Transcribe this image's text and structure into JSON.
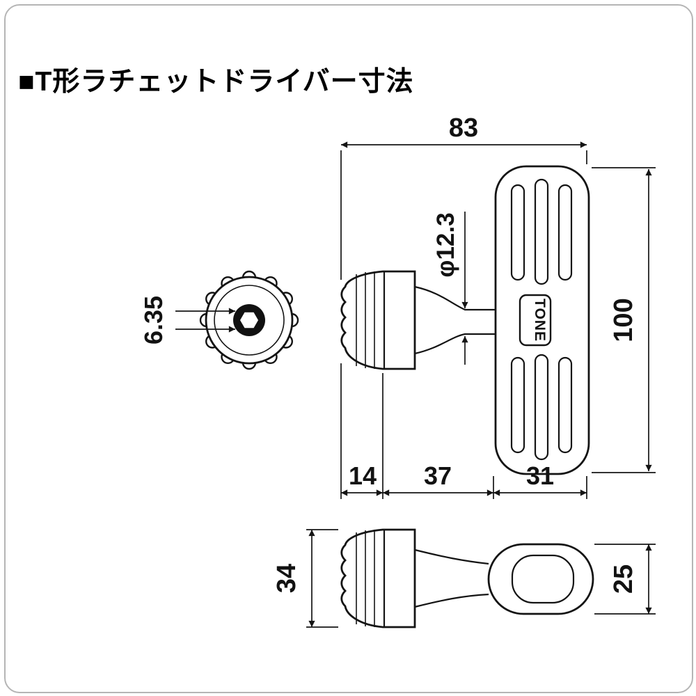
{
  "header": {
    "title": "■T形ラチェットドライバー寸法"
  },
  "diagram": {
    "brand": "TONE",
    "dims": {
      "overall_width": "83",
      "shaft_diameter": "φ12.3",
      "handle_length": "100",
      "hex_size": "6.35",
      "seg_knob": "14",
      "seg_shaft": "37",
      "seg_handle": "31",
      "knob_diameter": "34",
      "handle_width": "25"
    }
  }
}
